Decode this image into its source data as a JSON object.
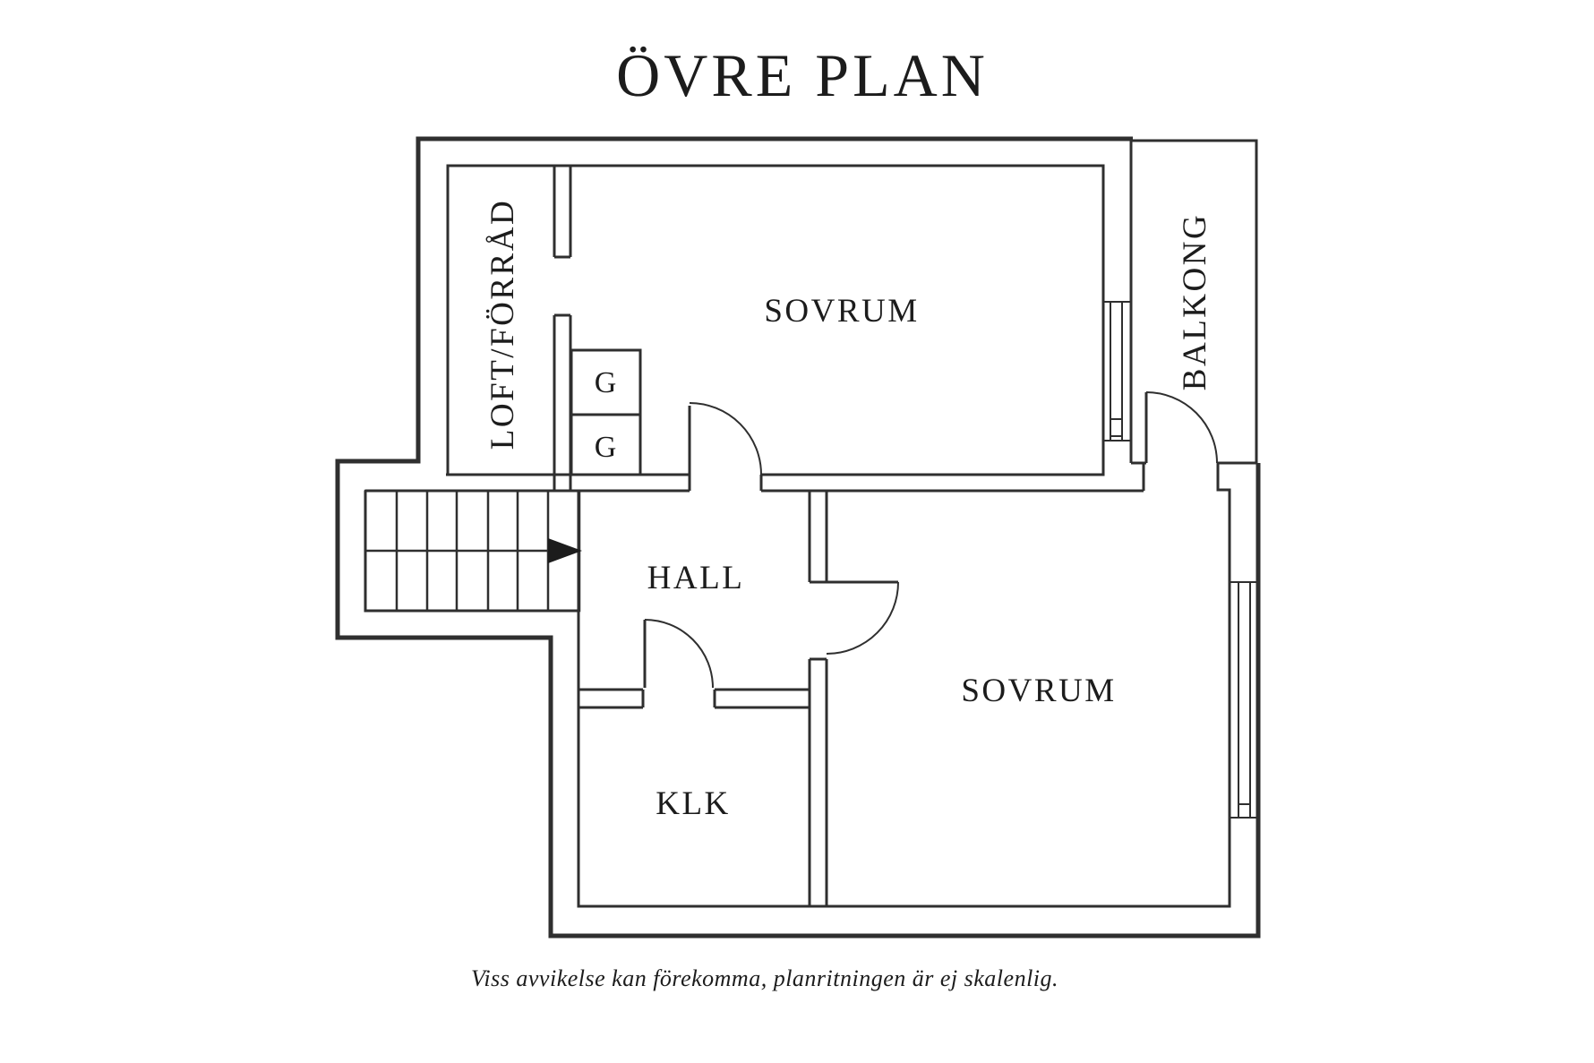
{
  "page": {
    "background": "#ffffff",
    "line_color": "#2f2f2f"
  },
  "title": "ÖVRE PLAN",
  "rooms": {
    "loft_storage": "LOFT/FÖRRÅD",
    "bedroom_upper": "SOVRUM",
    "balcony": "BALKONG",
    "hall": "HALL",
    "bedroom_lower": "SOVRUM",
    "walk_in_closet": "KLK",
    "wardrobe_1": "G",
    "wardrobe_2": "G"
  },
  "footer": {
    "disclaimer": "Viss avvikelse kan förekomma, planritningen är ej skalenlig."
  }
}
